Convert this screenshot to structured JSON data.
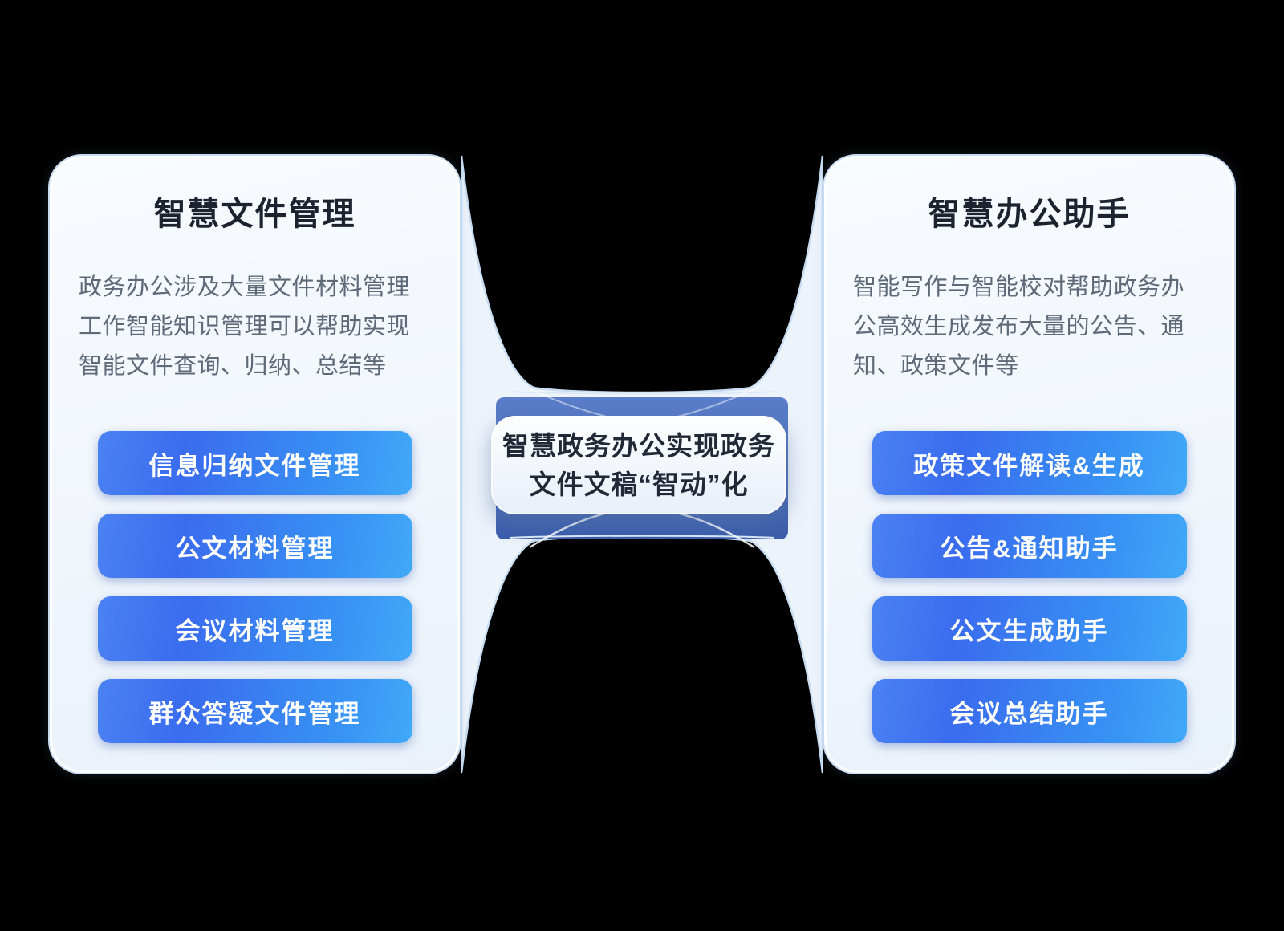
{
  "canvas": {
    "background": "#000000"
  },
  "left_card": {
    "title": "智慧文件管理",
    "description": "政务办公涉及大量文件材料管理工作智能知识管理可以帮助实现智能文件查询、归纳、总结等",
    "buttons": [
      "信息归纳文件管理",
      "公文材料管理",
      "会议材料管理",
      "群众答疑文件管理"
    ]
  },
  "right_card": {
    "title": "智慧办公助手",
    "description": "智能写作与智能校对帮助政务办公高效生成发布大量的公告、通知、政策文件等",
    "buttons": [
      "政策文件解读&生成",
      "公告&通知助手",
      "公文生成助手",
      "会议总结助手"
    ]
  },
  "center": {
    "line1": "智慧政务办公实现政务",
    "line2": "文件文稿“智动”化"
  },
  "colors": {
    "card_background": "#f2f7fc",
    "card_edge": "#c9dcf2",
    "title_text": "#1d232e",
    "description_text": "#5f6a79",
    "pill_gradient_start": "#3a6cef",
    "pill_gradient_end": "#41a9f8",
    "pill_text": "#ffffff",
    "web_fill": "#edf3fb",
    "web_edge": "#c8ddf2",
    "band_blue_top": "#5b7ecb",
    "band_blue_bottom": "#3a5cab",
    "label_text": "#222936"
  }
}
